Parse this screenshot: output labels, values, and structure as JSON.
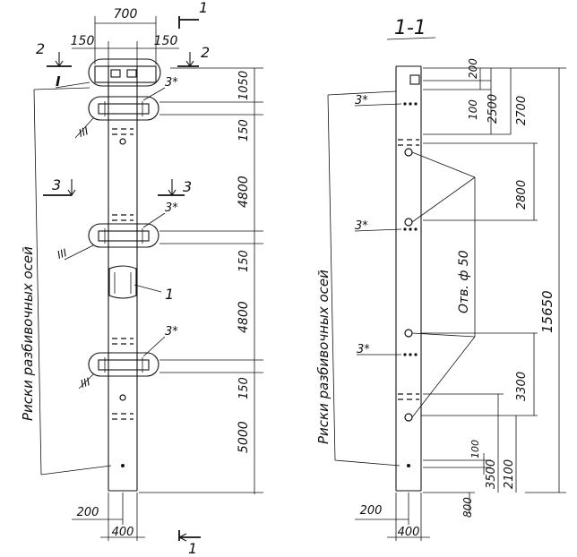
{
  "left_view": {
    "top_width": "700",
    "offset_left": "150",
    "offset_right": "150",
    "section_1": "1",
    "section_2": "2",
    "section_3": "3",
    "node_label": "I",
    "node_iii": "III",
    "insert_mark": "3*",
    "part_mark": "1",
    "vertical_note": "Риски разбивочных осей",
    "dims": [
      "1050",
      "150",
      "4800",
      "150",
      "4800",
      "150",
      "5000"
    ],
    "bottom_offset": "200",
    "bottom_width": "400"
  },
  "right_view": {
    "title": "1-1",
    "insert_mark": "3*",
    "vertical_note": "Риски разбивочных осей",
    "dims_inner": [
      "200",
      "100",
      "2500",
      "2700"
    ],
    "dim_2800": "2800",
    "hole_note": "Отв. ф 50",
    "total": "15650",
    "dim_3300": "3300",
    "dim_100b": "100",
    "dim_3500": "3500",
    "dim_2100": "2100",
    "dim_800": "800",
    "bottom_offset": "200",
    "bottom_width": "400"
  }
}
